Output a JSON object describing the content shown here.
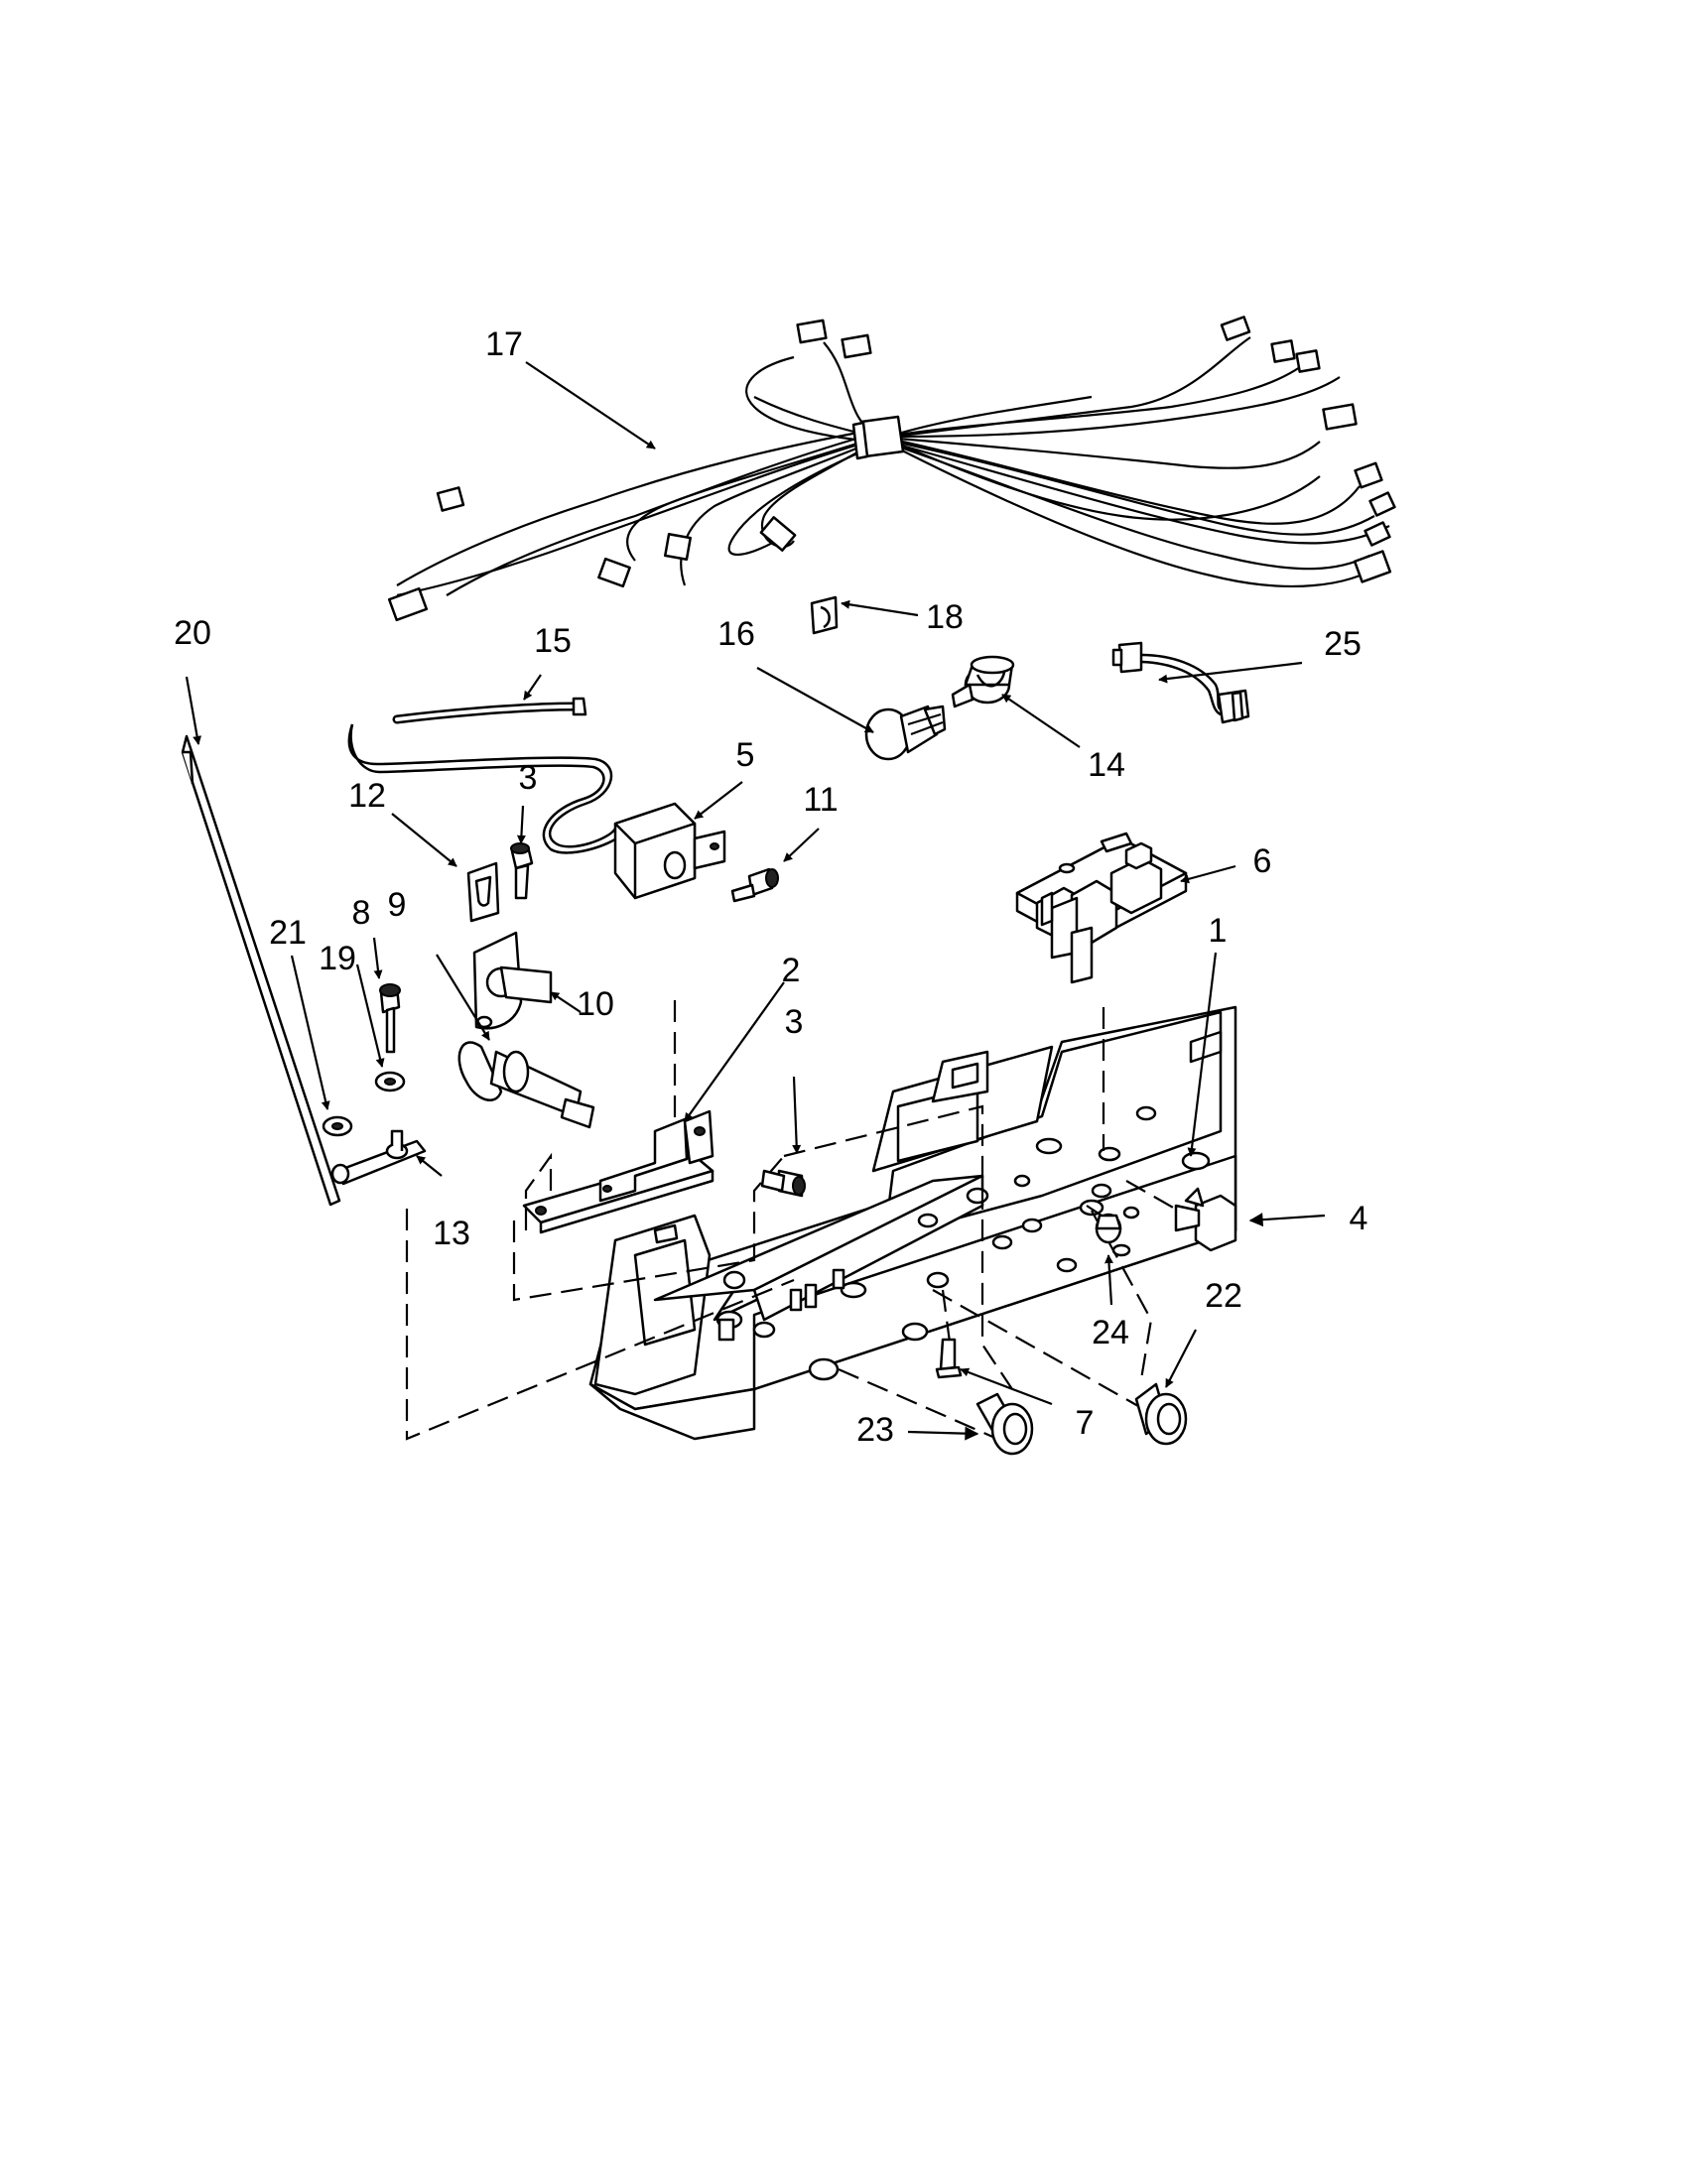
{
  "callouts": [
    {
      "id": "1",
      "label": "1"
    },
    {
      "id": "2",
      "label": "2"
    },
    {
      "id": "3a",
      "label": "3"
    },
    {
      "id": "3b",
      "label": "3"
    },
    {
      "id": "4",
      "label": "4"
    },
    {
      "id": "5",
      "label": "5"
    },
    {
      "id": "6",
      "label": "6"
    },
    {
      "id": "7",
      "label": "7"
    },
    {
      "id": "8",
      "label": "8"
    },
    {
      "id": "9",
      "label": "9"
    },
    {
      "id": "10",
      "label": "10"
    },
    {
      "id": "11",
      "label": "11"
    },
    {
      "id": "12",
      "label": "12"
    },
    {
      "id": "13",
      "label": "13"
    },
    {
      "id": "14",
      "label": "14"
    },
    {
      "id": "15",
      "label": "15"
    },
    {
      "id": "16",
      "label": "16"
    },
    {
      "id": "17",
      "label": "17"
    },
    {
      "id": "18",
      "label": "18"
    },
    {
      "id": "19",
      "label": "19"
    },
    {
      "id": "20",
      "label": "20"
    },
    {
      "id": "21",
      "label": "21"
    },
    {
      "id": "22",
      "label": "22"
    },
    {
      "id": "23",
      "label": "23"
    },
    {
      "id": "24",
      "label": "24"
    },
    {
      "id": "25",
      "label": "25"
    }
  ]
}
